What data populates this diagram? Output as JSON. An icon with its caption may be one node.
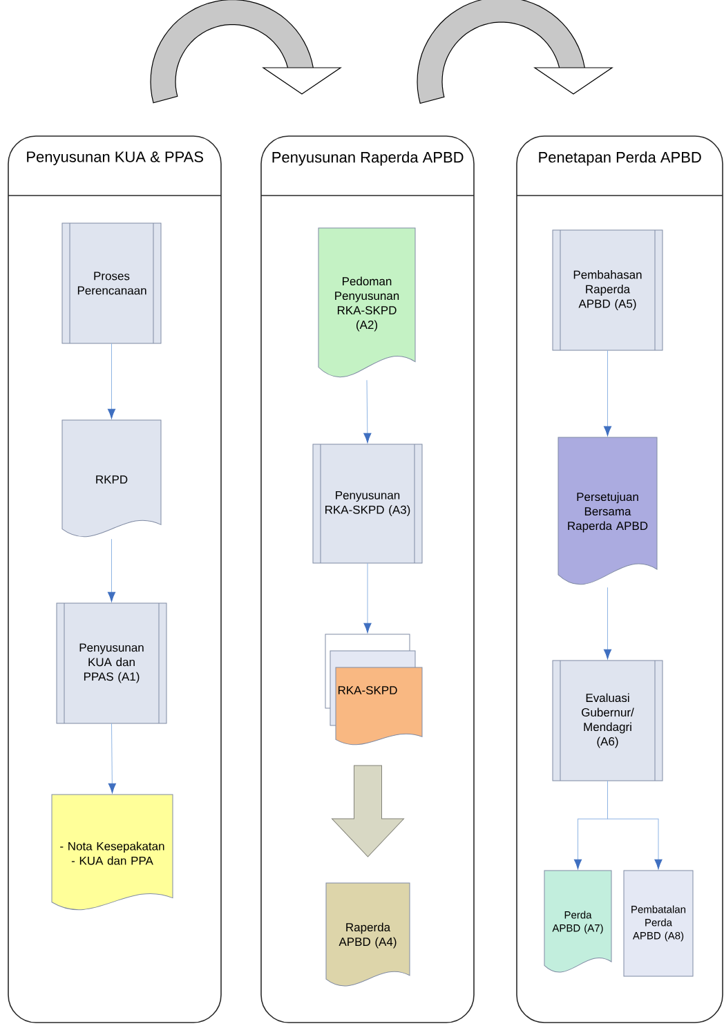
{
  "diagram": {
    "nodes": [
      {
        "text": [
          "Penyusunan KUA & PPAS"
        ]
      },
      {
        "text": [
          "Proses Perencanaan"
        ],
        "in": 0
      },
      {
        "text": [
          "RKPD"
        ],
        "in": 0
      },
      {
        "text": [
          "Penyusunan KUA dan PPAS (A1)"
        ],
        "in": 0
      },
      {
        "text": [
          "- Nota Kesepakatan",
          "- KUA dan PPA"
        ],
        "in": 0
      },
      {
        "text": [
          "Penyusunan Raperda APBD"
        ]
      },
      {
        "text": [
          "Pedoman Penyusunan RKA-SKPD (A2)"
        ],
        "in": 5
      },
      {
        "text": [
          "Penyusunan RKA-SKPD (A3)"
        ],
        "in": 5
      },
      {
        "text": [
          "RKA-SKPD"
        ],
        "in": 5
      },
      {
        "text": [
          "Raperda APBD (A4)"
        ],
        "in": 5
      },
      {
        "text": [
          "Penetapan Perda APBD"
        ]
      },
      {
        "text": [
          "Pembahasan Raperda APBD (A5)"
        ],
        "in": 10
      },
      {
        "text": [
          "Persetujuan Bersama Raperda APBD"
        ],
        "in": 10
      },
      {
        "text": [
          "Evaluasi Gubernur/ Mendagri (A6)"
        ],
        "in": 10
      },
      {
        "text": [
          "Perda APBD (A7)"
        ],
        "in": 10
      },
      {
        "text": [
          "Pembatalan Perda APBD (A8)"
        ],
        "in": 10
      }
    ],
    "edges": [
      {
        "from": 1,
        "to": 2,
        "arrow": "to"
      },
      {
        "from": 2,
        "to": 3,
        "arrow": "to"
      },
      {
        "from": 3,
        "to": 4,
        "arrow": "to"
      },
      {
        "from": 6,
        "to": 7,
        "arrow": "to"
      },
      {
        "from": 7,
        "to": 8,
        "arrow": "to"
      },
      {
        "from": 8,
        "to": 9,
        "arrow": "to",
        "style": "thick"
      },
      {
        "from": 11,
        "to": 12,
        "arrow": "to"
      },
      {
        "from": 12,
        "to": 13,
        "arrow": "to"
      },
      {
        "from": 13,
        "to": 14,
        "arrow": "to"
      },
      {
        "from": 13,
        "to": 15,
        "arrow": "to"
      }
    ]
  }
}
